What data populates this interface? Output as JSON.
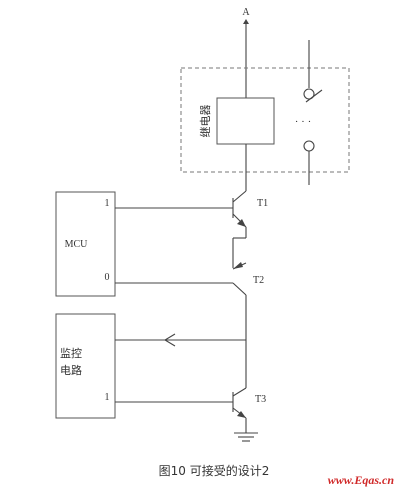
{
  "supply_label": "A",
  "relay": {
    "label": "继电器",
    "contact_dots": "· · ·"
  },
  "mcu": {
    "label": "MCU",
    "pin_1": "1",
    "pin_0": "0"
  },
  "monitor": {
    "label_line1": "监控",
    "label_line2": "电路",
    "pin_1": "1"
  },
  "transistors": [
    "T1",
    "T2",
    "T3"
  ],
  "caption": "图10  可接受的设计2",
  "watermark": "www.Eqas.cn"
}
